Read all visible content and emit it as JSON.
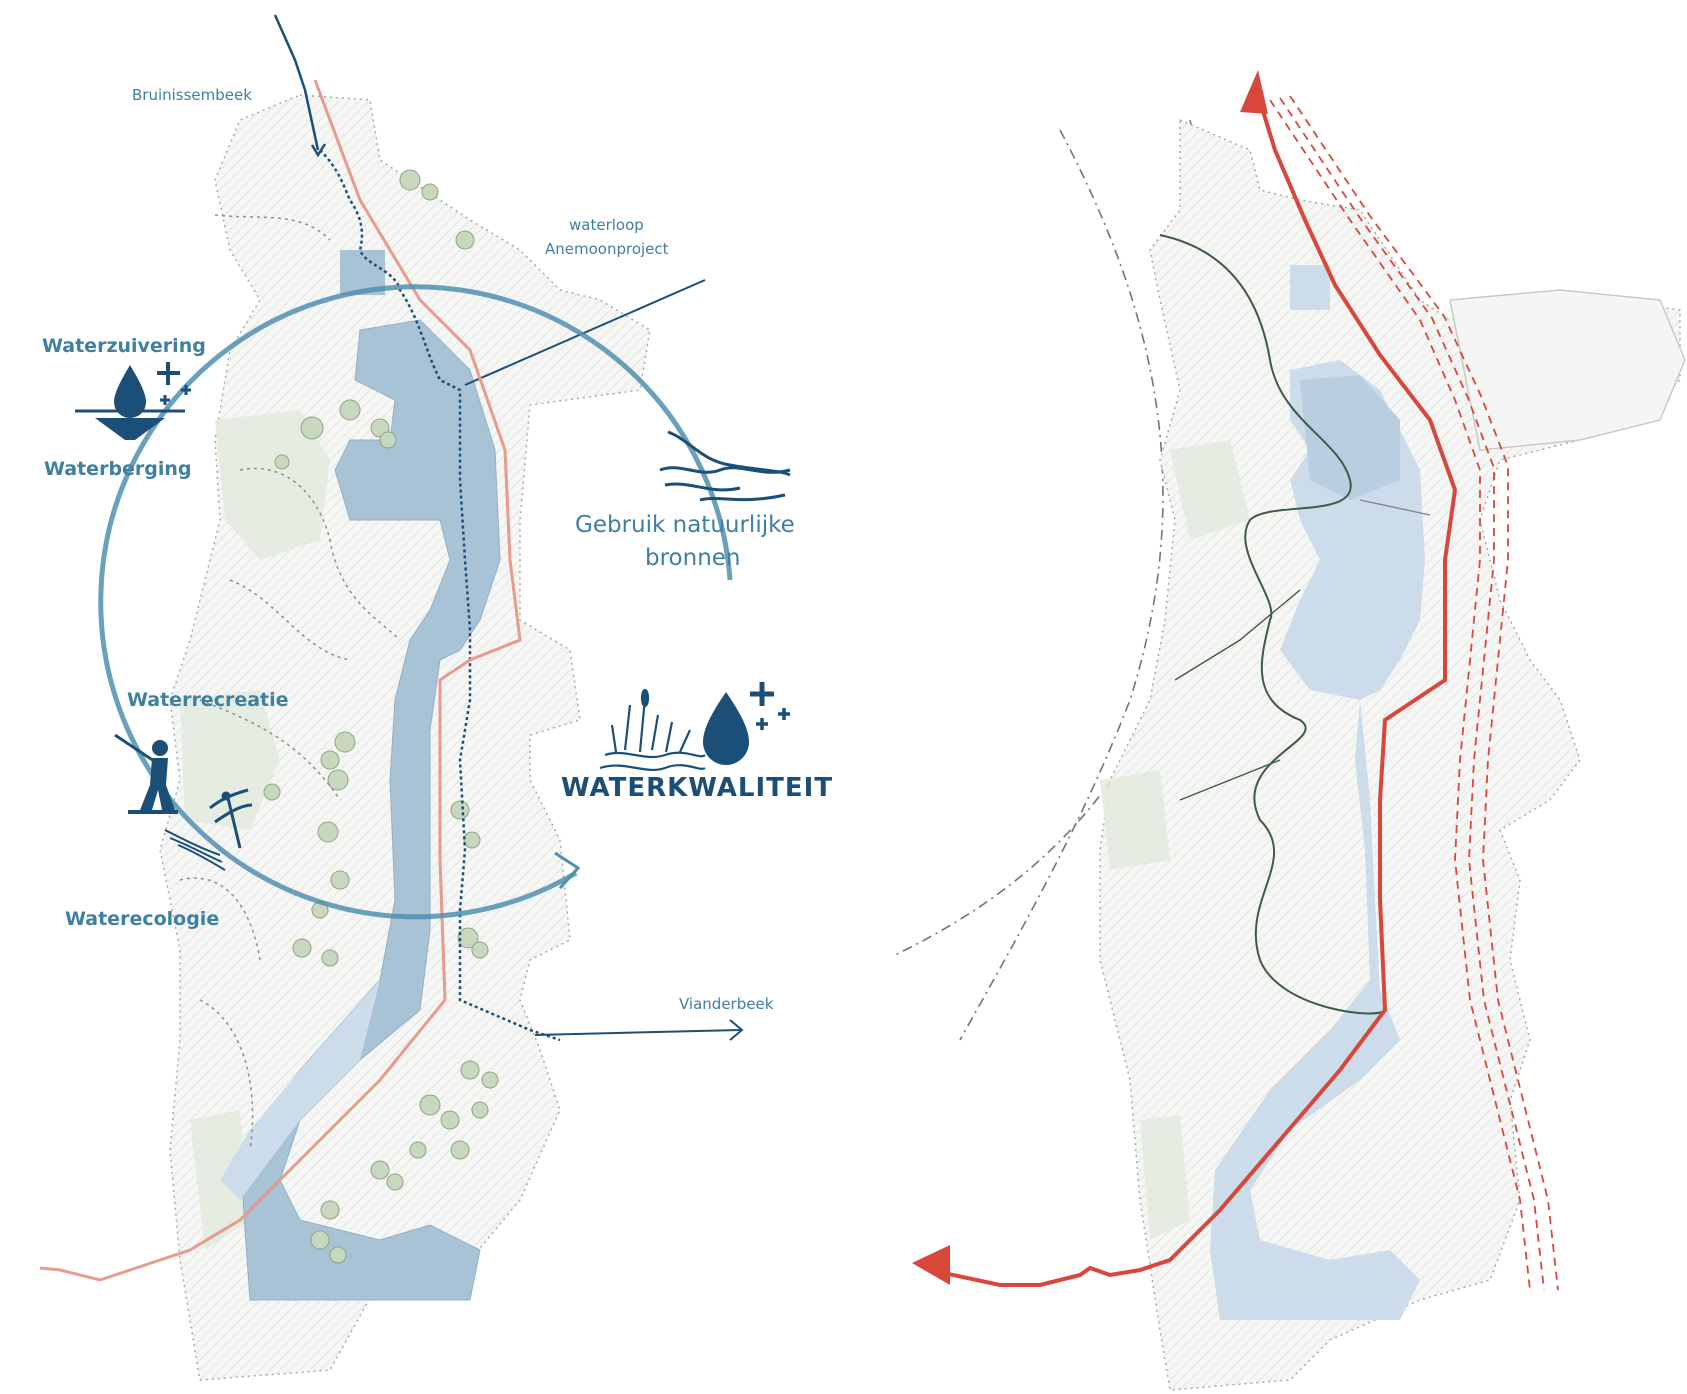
{
  "map": {
    "labels": {
      "bruinissembeek": "Bruinissembeek",
      "waterloop_line1": "waterloop",
      "waterloop_line2": "Anemoonproject",
      "waterzuivering": "Waterzuivering",
      "waterberging": "Waterberging",
      "gebruik_line1": "Gebruik natuurlijke",
      "gebruik_line2": "bronnen",
      "waterrecreatie": "Waterrecreatie",
      "waterkwaliteit": "WATERKWALITEIT",
      "waterecologie": "Waterecologie",
      "vianderbeek": "Vianderbeek"
    },
    "icons": {
      "purification": "water-drop-sparkle-icon",
      "storage": "water-basin-icon",
      "natural_resources": "waves-icon",
      "quality_reeds": "reeds-icon",
      "quality_drop": "water-drop-sparkle-icon",
      "recreation": "person-fishing-icon",
      "ecology": "dragonfly-icon"
    },
    "colors": {
      "water_fill": "#a9c3d6",
      "water_light": "#cddcea",
      "label_blue": "#3f7fa1",
      "dark_blue": "#1b4f78",
      "red_route": "#d9473a",
      "pink_route": "#e79b8e",
      "dark_green_path": "#3d5c47",
      "green_area": "#e2ebde",
      "tree_fill": "#c7d8be"
    }
  }
}
